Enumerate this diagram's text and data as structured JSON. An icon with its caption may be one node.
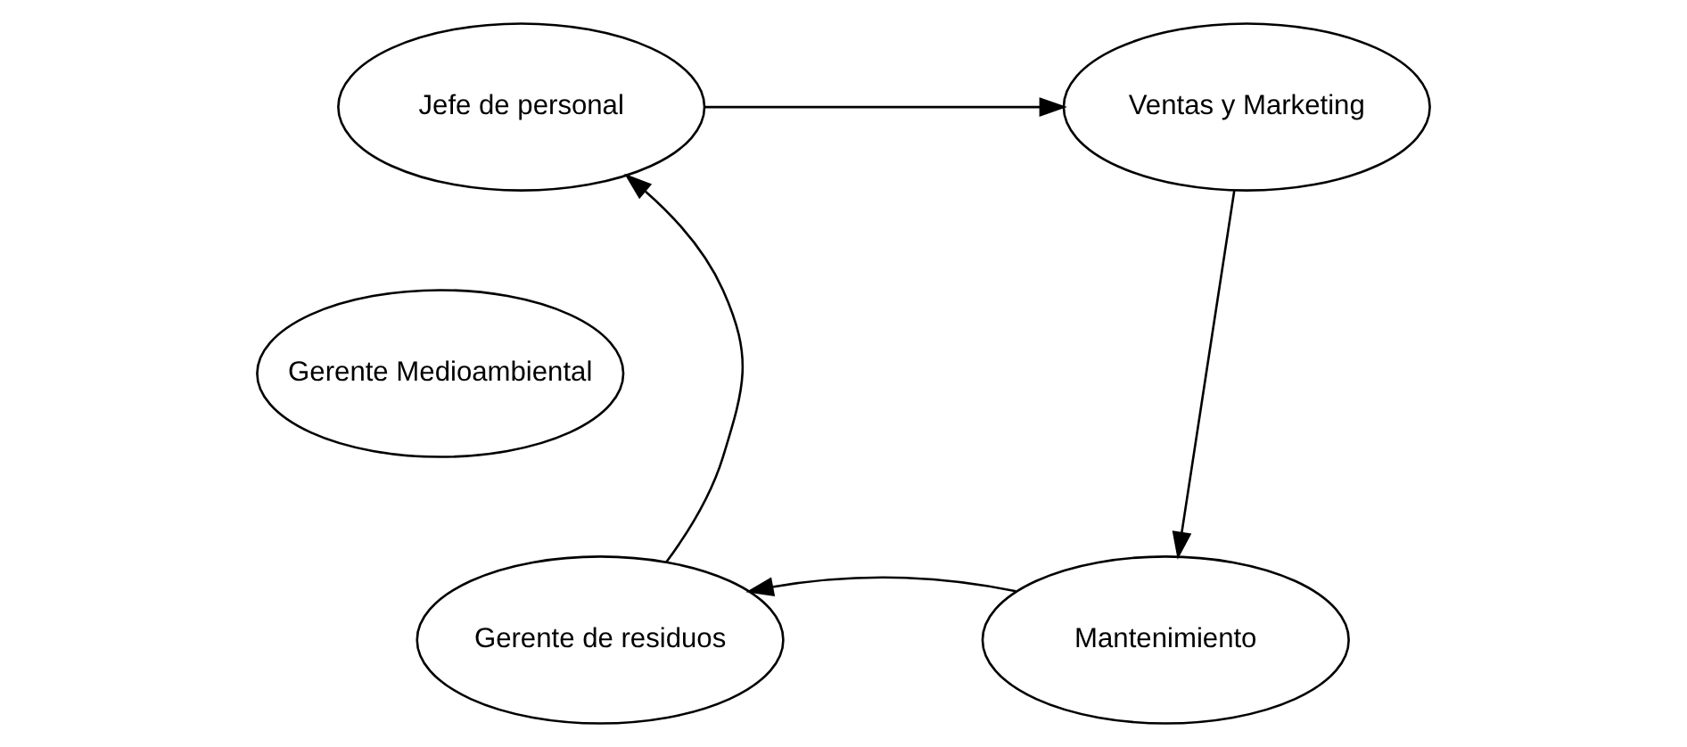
{
  "diagram": {
    "nodes": [
      {
        "text": [
          "Jefe de personal"
        ]
      },
      {
        "text": [
          "Ventas y Marketing"
        ]
      },
      {
        "text": [
          "Gerente Medioambiental"
        ]
      },
      {
        "text": [
          "Gerente de residuos"
        ]
      },
      {
        "text": [
          "Mantenimiento"
        ]
      }
    ],
    "edges": [
      {
        "from": 0,
        "to": 1,
        "arrow": "to"
      },
      {
        "from": 1,
        "to": 4,
        "arrow": "to"
      },
      {
        "from": 4,
        "to": 3,
        "arrow": "to"
      },
      {
        "from": 3,
        "to": 0,
        "arrow": "to"
      }
    ]
  }
}
